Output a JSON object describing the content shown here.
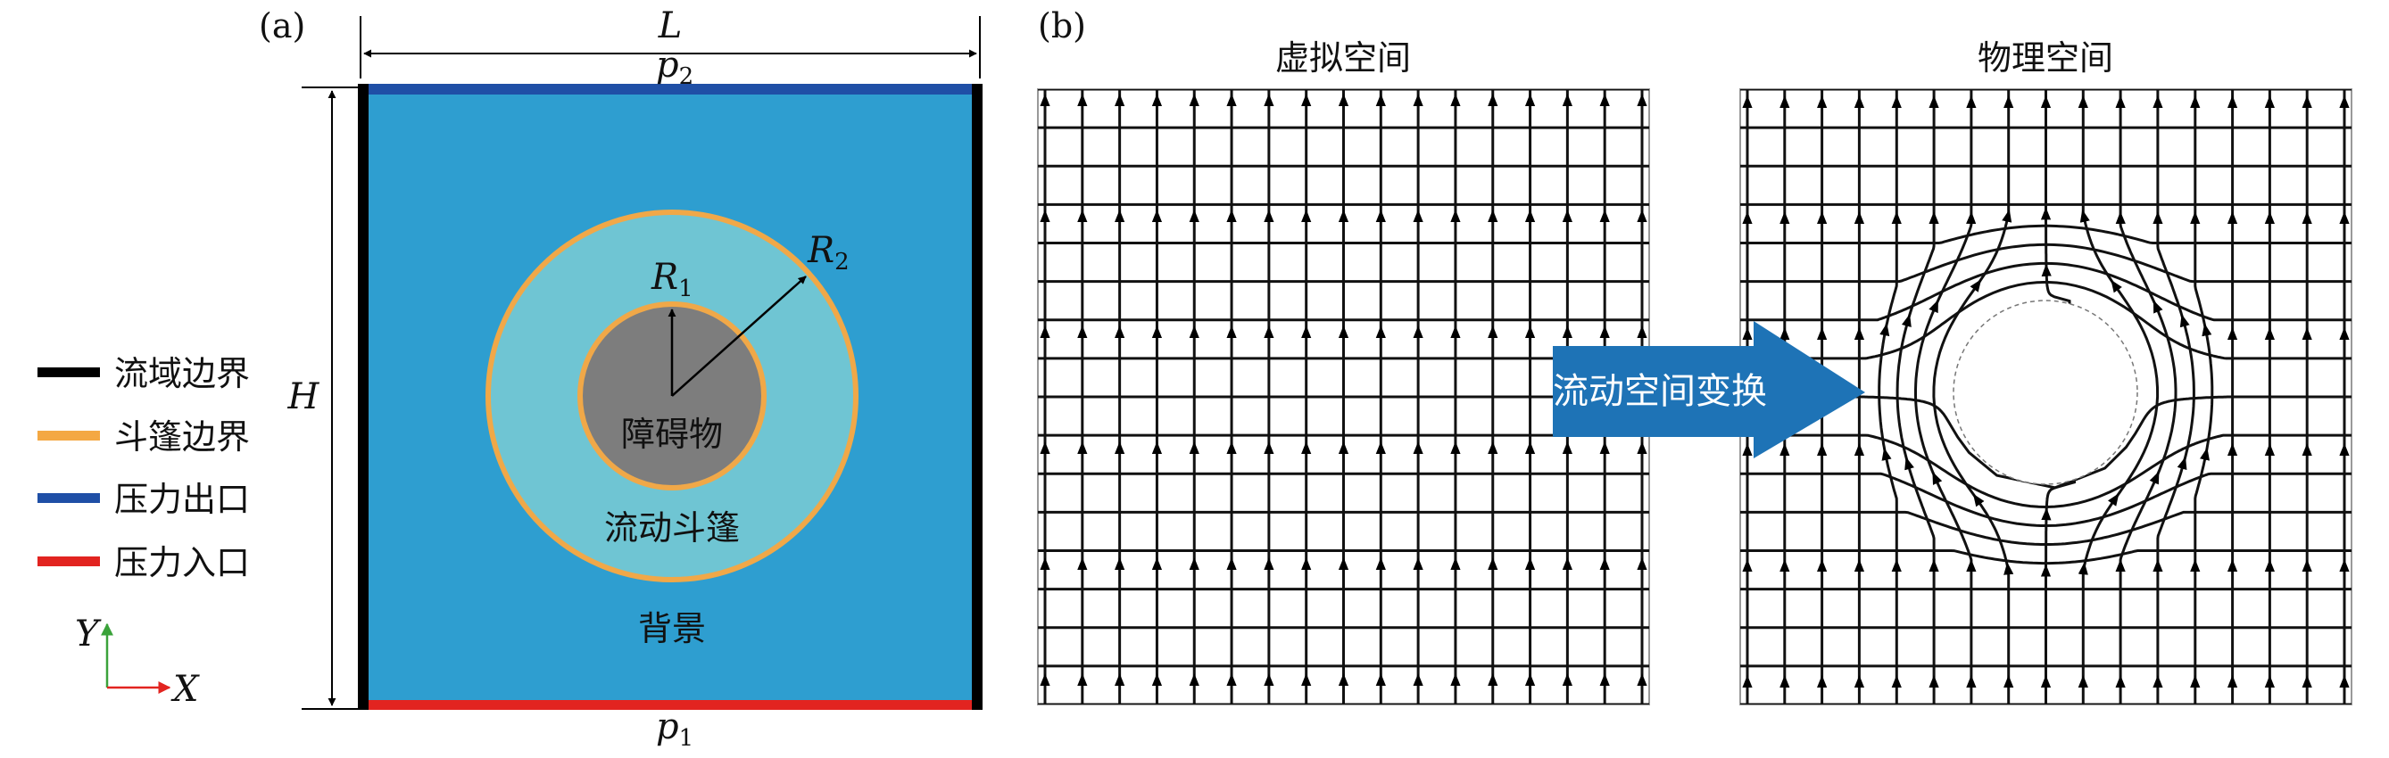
{
  "panel_a": {
    "label": "(a)",
    "width_label": "L",
    "height_label": "H",
    "top_label_base": "p",
    "top_label_sub": "2",
    "bottom_label_base": "p",
    "bottom_label_sub": "1",
    "r1_base": "R",
    "r1_sub": "1",
    "r2_base": "R",
    "r2_sub": "2",
    "obstacle_label": "障碍物",
    "cloak_label": "流动斗篷",
    "background_label": "背景",
    "colors": {
      "background": "#2e9ed0",
      "cloak": "#6fc5d3",
      "obstacle": "#7d7d7d",
      "ring": "#f0a848",
      "outlet": "#1f4fa6",
      "inlet": "#e22420",
      "wall": "#000000"
    }
  },
  "legend": [
    {
      "label": "流域边界",
      "color": "#000000"
    },
    {
      "label": "斗篷边界",
      "color": "#f4a843"
    },
    {
      "label": "压力出口",
      "color": "#1f4fa6"
    },
    {
      "label": "压力入口",
      "color": "#e22420"
    }
  ],
  "axes": {
    "y_label": "Y",
    "x_label": "X",
    "y_color": "#3aa23a",
    "x_color": "#e22420"
  },
  "panel_b": {
    "label": "(b)",
    "virtual_title": "虚拟空间",
    "physical_title": "物理空间",
    "arrow_label": "流动空间变换",
    "arrow_color": "#1e73b6"
  }
}
